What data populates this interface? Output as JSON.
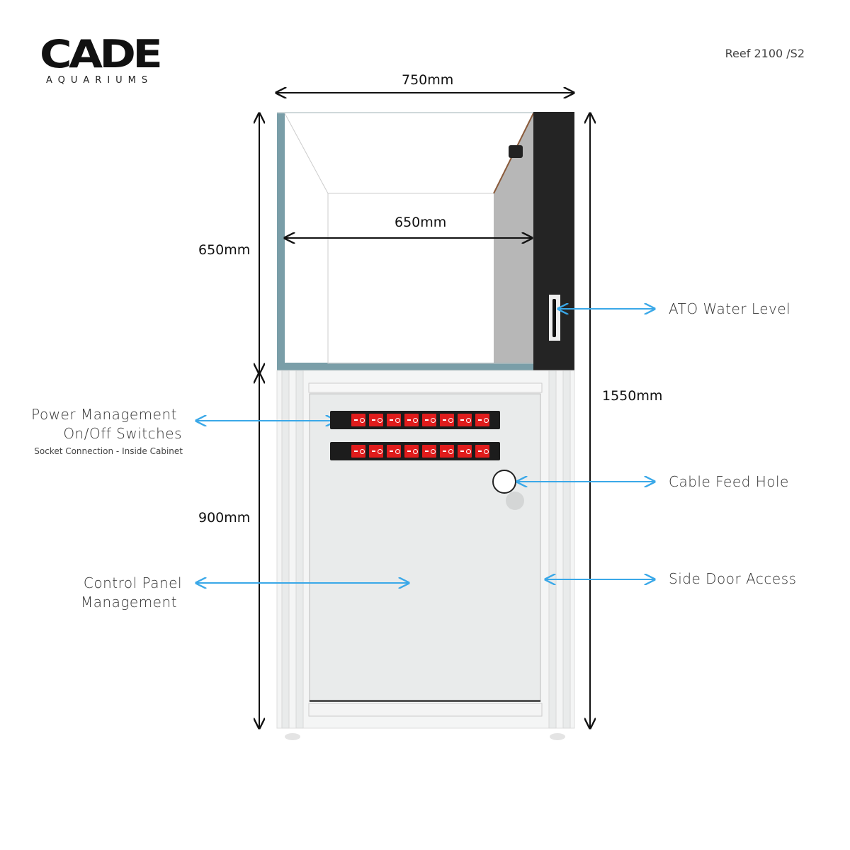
{
  "brand": {
    "name": "CADE",
    "sub": "AQUARIUMS"
  },
  "model": "Reef 2100 /S2",
  "dimensions": {
    "width_total": "750mm",
    "width_inner": "650mm",
    "tank_height": "650mm",
    "cabinet_height": "900mm",
    "total_height": "1550mm"
  },
  "labels": {
    "ato": "ATO Water Level",
    "power_line1": "Power Management",
    "power_line2": "On/Off Switches",
    "power_note": "Socket Connection - Inside Cabinet",
    "cable": "Cable Feed Hole",
    "control_line1": "Control Panel",
    "control_line2": "Management",
    "side_door": "Side Door Access"
  },
  "switch_strips": {
    "count": 2,
    "switches_per_strip": 8
  },
  "colors": {
    "arrow": "#3aa8e8",
    "switch": "#e01c1c",
    "panel": "#222222"
  }
}
